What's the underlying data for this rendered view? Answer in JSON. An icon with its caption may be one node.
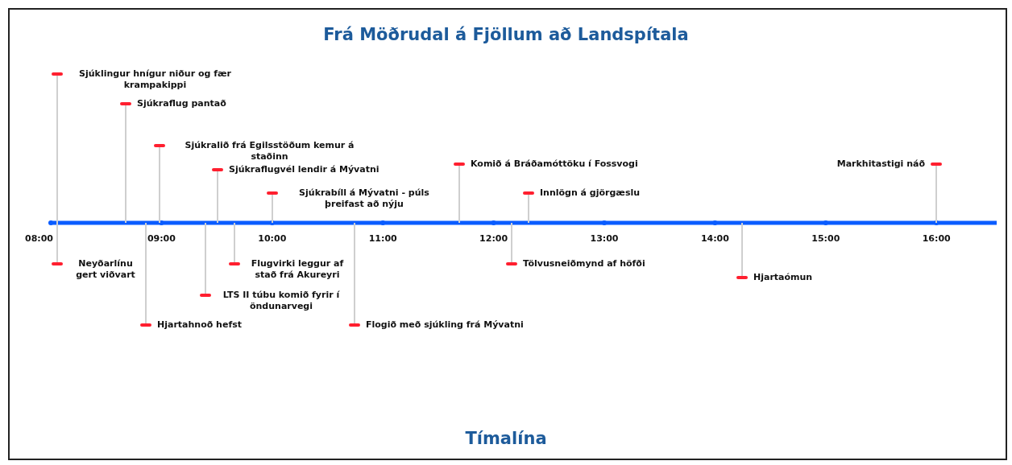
{
  "diagram": {
    "title": "Frá Möðrudal á Fjöllum að Landspítala",
    "caption": "Tímalína",
    "labels": [
      "Sjúklingur hnígur niður og fær krampakippi",
      "Sjúkraflug pantað",
      "Sjúkralið frá Egilsstöðum kemur á staðinn",
      "Sjúkraflugvél lendir á Mývatni",
      "Sjúkrabíll á Mývatni - púls þreifast að nýju",
      "Komið á Bráðamóttöku í Fossvogi",
      "Innlögn á gjörgæslu",
      "Markhitastigi náð",
      "08:00",
      "09:00",
      "10:00",
      "11:00",
      "12:00",
      "13:00",
      "14:00",
      "15:00",
      "16:00",
      "Neyðarlínu gert viðvart",
      "Flugvirki leggur af stað frá Akureyri",
      "LTS II túbu komið fyrir í öndunarvegi",
      "Tölvusneiðmynd af höfði",
      "Hjartaómun",
      "Hjartahnoð hefst",
      "Flogið með sjúkling frá Mývatni"
    ]
  }
}
